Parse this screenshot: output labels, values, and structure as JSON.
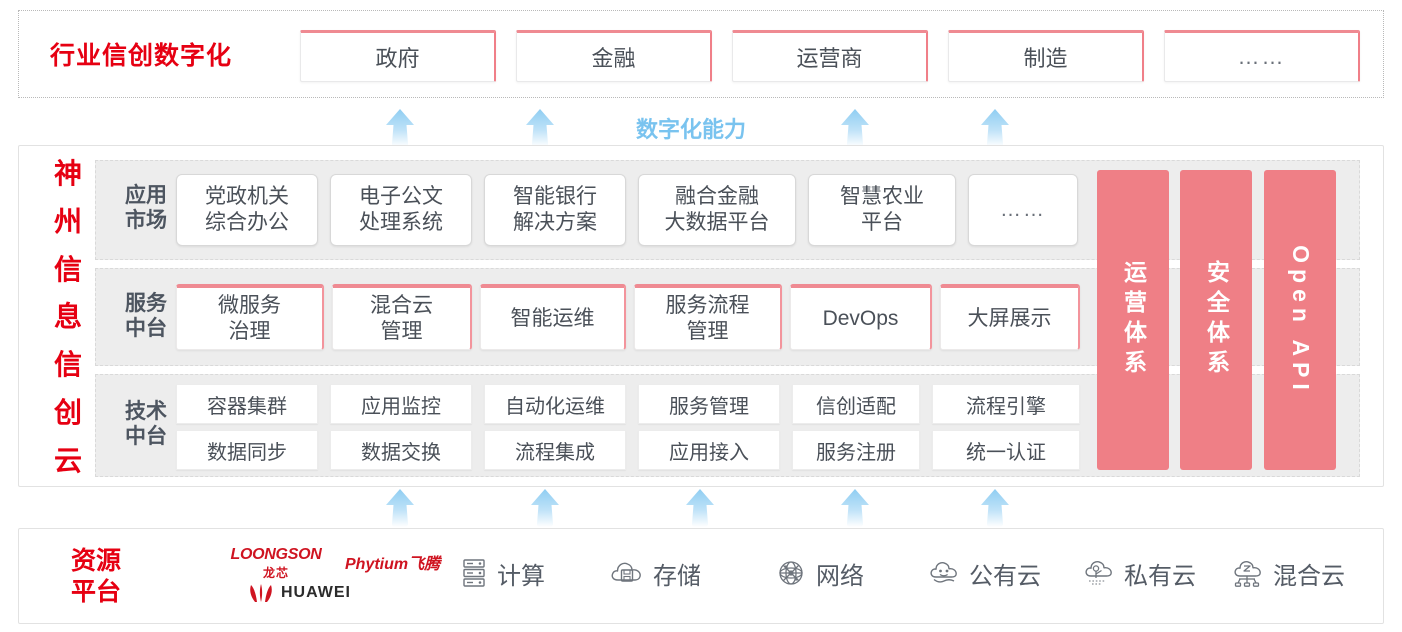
{
  "industry": {
    "title": "行业信创数字化",
    "cards": [
      {
        "label": "政府"
      },
      {
        "label": "金融"
      },
      {
        "label": "运营商"
      },
      {
        "label": "制造"
      },
      {
        "label": "……"
      }
    ]
  },
  "capability": {
    "label": "数字化能力",
    "arrow_color": "#a9d8f5",
    "arrow_count_top": 4,
    "arrow_count_bottom": 5
  },
  "cloud": {
    "title_chars": [
      "神",
      "州",
      "信",
      "息",
      "信",
      "创",
      "云"
    ],
    "layers": [
      {
        "key": "app-market",
        "label": "应用市场",
        "label_lines": [
          "应用",
          "市场"
        ],
        "cards": [
          {
            "lines": [
              "党政机关",
              "综合办公"
            ]
          },
          {
            "lines": [
              "电子公文",
              "处理系统"
            ]
          },
          {
            "lines": [
              "智能银行",
              "解决方案"
            ]
          },
          {
            "lines": [
              "融合金融",
              "大数据平台"
            ]
          },
          {
            "lines": [
              "智慧农业",
              "平台"
            ]
          },
          {
            "lines": [
              "……"
            ]
          }
        ]
      },
      {
        "key": "service-platform",
        "label": "服务中台",
        "label_lines": [
          "服务",
          "中台"
        ],
        "cards": [
          {
            "lines": [
              "微服务",
              "治理"
            ]
          },
          {
            "lines": [
              "混合云",
              "管理"
            ]
          },
          {
            "lines": [
              "智能运维"
            ]
          },
          {
            "lines": [
              "服务流程",
              "管理"
            ]
          },
          {
            "lines": [
              "DevOps"
            ]
          },
          {
            "lines": [
              "大屏展示"
            ]
          }
        ]
      },
      {
        "key": "tech-platform",
        "label": "技术中台",
        "label_lines": [
          "技术",
          "中台"
        ],
        "row1": [
          "容器集群",
          "应用监控",
          "自动化运维",
          "服务管理",
          "信创适配",
          "流程引擎"
        ],
        "row2": [
          "数据同步",
          "数据交换",
          "流程集成",
          "应用接入",
          "服务注册",
          "统一认证"
        ]
      }
    ],
    "pillars": [
      {
        "key": "operations",
        "text": "运营体系",
        "mode": "vertical"
      },
      {
        "key": "security",
        "text": "安全体系",
        "mode": "vertical"
      },
      {
        "key": "open-api",
        "text": "Open API",
        "mode": "rotated"
      }
    ],
    "pillar_color": "#ef7f86"
  },
  "resource": {
    "title_lines": [
      "资源",
      "平台"
    ],
    "vendors": [
      {
        "key": "loongson",
        "name": "LOONGSON",
        "cn": "龙芯"
      },
      {
        "key": "phytium",
        "name": "Phytium飞腾"
      },
      {
        "key": "huawei",
        "name": "HUAWEI"
      }
    ],
    "items": [
      {
        "icon": "server-rack-icon",
        "label": "计算"
      },
      {
        "icon": "cloud-storage-icon",
        "label": "存储"
      },
      {
        "icon": "network-mesh-icon",
        "label": "网络"
      },
      {
        "icon": "public-cloud-icon",
        "label": "公有云"
      },
      {
        "icon": "private-cloud-icon",
        "label": "私有云"
      },
      {
        "icon": "hybrid-cloud-icon",
        "label": "混合云"
      }
    ]
  },
  "colors": {
    "brand_red": "#e60012",
    "pink": "#ef7f86",
    "card_accent": "#ef8a92",
    "arrow_blue": "#a9d8f5",
    "panel_gray": "#ededed"
  }
}
